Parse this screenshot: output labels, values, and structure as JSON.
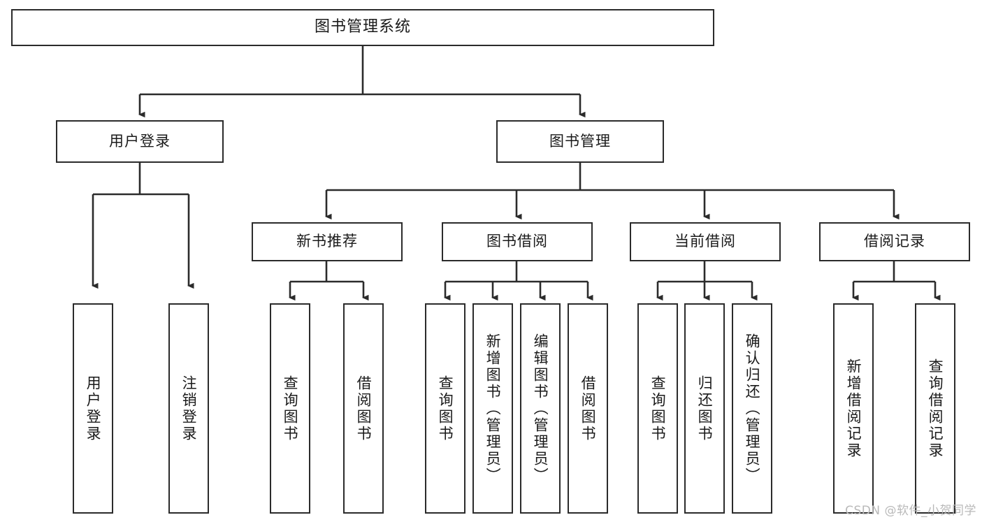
{
  "diagram": {
    "title": "图书管理系统",
    "type": "tree",
    "watermark": "CSDN @软件_小贺同学",
    "colors": {
      "stroke": "#2b2b2b",
      "fill": "#ffffff",
      "text": "#1a1a1a",
      "watermark": "#b9b9b9"
    },
    "nodes": {
      "root": {
        "label": "图书管理系统"
      },
      "level2": [
        {
          "id": "user-login",
          "label": "用户登录"
        },
        {
          "id": "book-manage",
          "label": "图书管理"
        }
      ],
      "level3": [
        {
          "id": "new-book-recommend",
          "label": "新书推荐"
        },
        {
          "id": "book-borrow",
          "label": "图书借阅"
        },
        {
          "id": "current-borrow",
          "label": "当前借阅"
        },
        {
          "id": "borrow-record",
          "label": "借阅记录"
        }
      ],
      "leaves": {
        "user-login": [
          {
            "id": "leaf-user-login",
            "label": "用户登录"
          },
          {
            "id": "leaf-logout-login",
            "label": "注销登录"
          }
        ],
        "new-book-recommend": [
          {
            "id": "leaf-query-book-1",
            "label": "查询图书"
          },
          {
            "id": "leaf-borrow-book-1",
            "label": "借阅图书"
          }
        ],
        "book-borrow": [
          {
            "id": "leaf-query-book-2",
            "label": "查询图书"
          },
          {
            "id": "leaf-add-book",
            "label": "新增图书（管理员）"
          },
          {
            "id": "leaf-edit-book",
            "label": "编辑图书（管理员）"
          },
          {
            "id": "leaf-borrow-book-2",
            "label": "借阅图书"
          }
        ],
        "current-borrow": [
          {
            "id": "leaf-query-book-3",
            "label": "查询图书"
          },
          {
            "id": "leaf-return-book",
            "label": "归还图书"
          },
          {
            "id": "leaf-confirm-return",
            "label": "确认归还（管理员）"
          }
        ],
        "borrow-record": [
          {
            "id": "leaf-add-record",
            "label": "新增借阅记录"
          },
          {
            "id": "leaf-query-record",
            "label": "查询借阅记录"
          }
        ]
      }
    }
  }
}
